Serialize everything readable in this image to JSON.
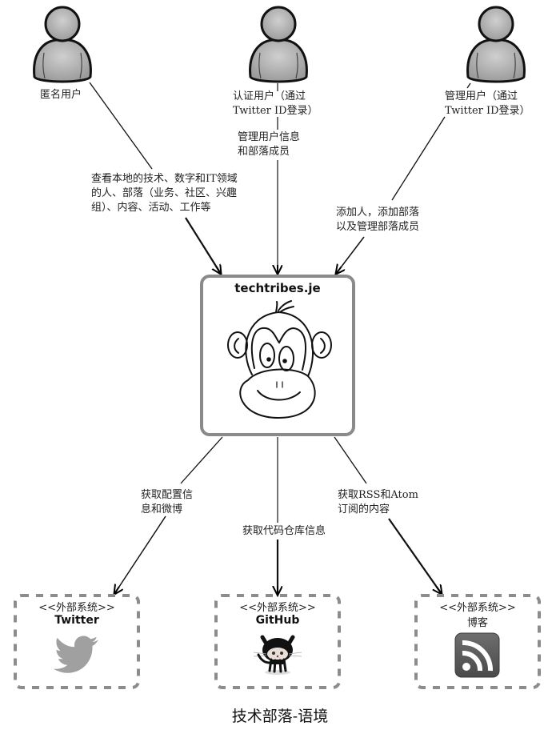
{
  "actors": [
    {
      "id": "anonymous",
      "label_lines": [
        "匿名用户"
      ]
    },
    {
      "id": "authenticated",
      "label_lines": [
        "认证用户（通过",
        "Twitter ID登录）"
      ]
    },
    {
      "id": "admin",
      "label_lines": [
        "管理用户（通过",
        "Twitter ID登录）"
      ]
    }
  ],
  "core_system": {
    "name": "techtribes.je",
    "icon": "monkey-face-icon"
  },
  "external_systems": [
    {
      "id": "twitter",
      "stereotype": "<<外部系统>>",
      "name": "Twitter",
      "icon": "twitter-bird-icon"
    },
    {
      "id": "github",
      "stereotype": "<<外部系统>>",
      "name": "GitHub",
      "icon": "github-octocat-icon"
    },
    {
      "id": "blog",
      "stereotype": "<<外部系统>>",
      "name": "博客",
      "icon": "rss-feed-icon"
    }
  ],
  "relationships": [
    {
      "from": "anonymous",
      "to": "techtribes.je",
      "label_lines": [
        "查看本地的技术、数字和IT领域",
        "的人、部落（业务、社区、兴趣",
        "组）、内容、活动、工作等"
      ]
    },
    {
      "from": "authenticated",
      "to": "techtribes.je",
      "label_lines": [
        "管理用户信息",
        "和部落成员"
      ]
    },
    {
      "from": "admin",
      "to": "techtribes.je",
      "label_lines": [
        "添加人，添加部落",
        "以及管理部落成员"
      ]
    },
    {
      "from": "techtribes.je",
      "to": "twitter",
      "label_lines": [
        "获取配置信",
        "息和微博"
      ]
    },
    {
      "from": "techtribes.je",
      "to": "github",
      "label_lines": [
        "获取代码仓库信息"
      ]
    },
    {
      "from": "techtribes.je",
      "to": "blog",
      "label_lines": [
        "获取RSS和Atom",
        "订阅的内容"
      ]
    }
  ],
  "caption": "技术部落-语境",
  "colors": {
    "person_fill": "#a9a9a9",
    "box_border": "#8a8a8a",
    "dashed_border": "#8c8c8c",
    "icon_gray": "#a0a0a0",
    "rss_dark": "#5a5a5a"
  }
}
